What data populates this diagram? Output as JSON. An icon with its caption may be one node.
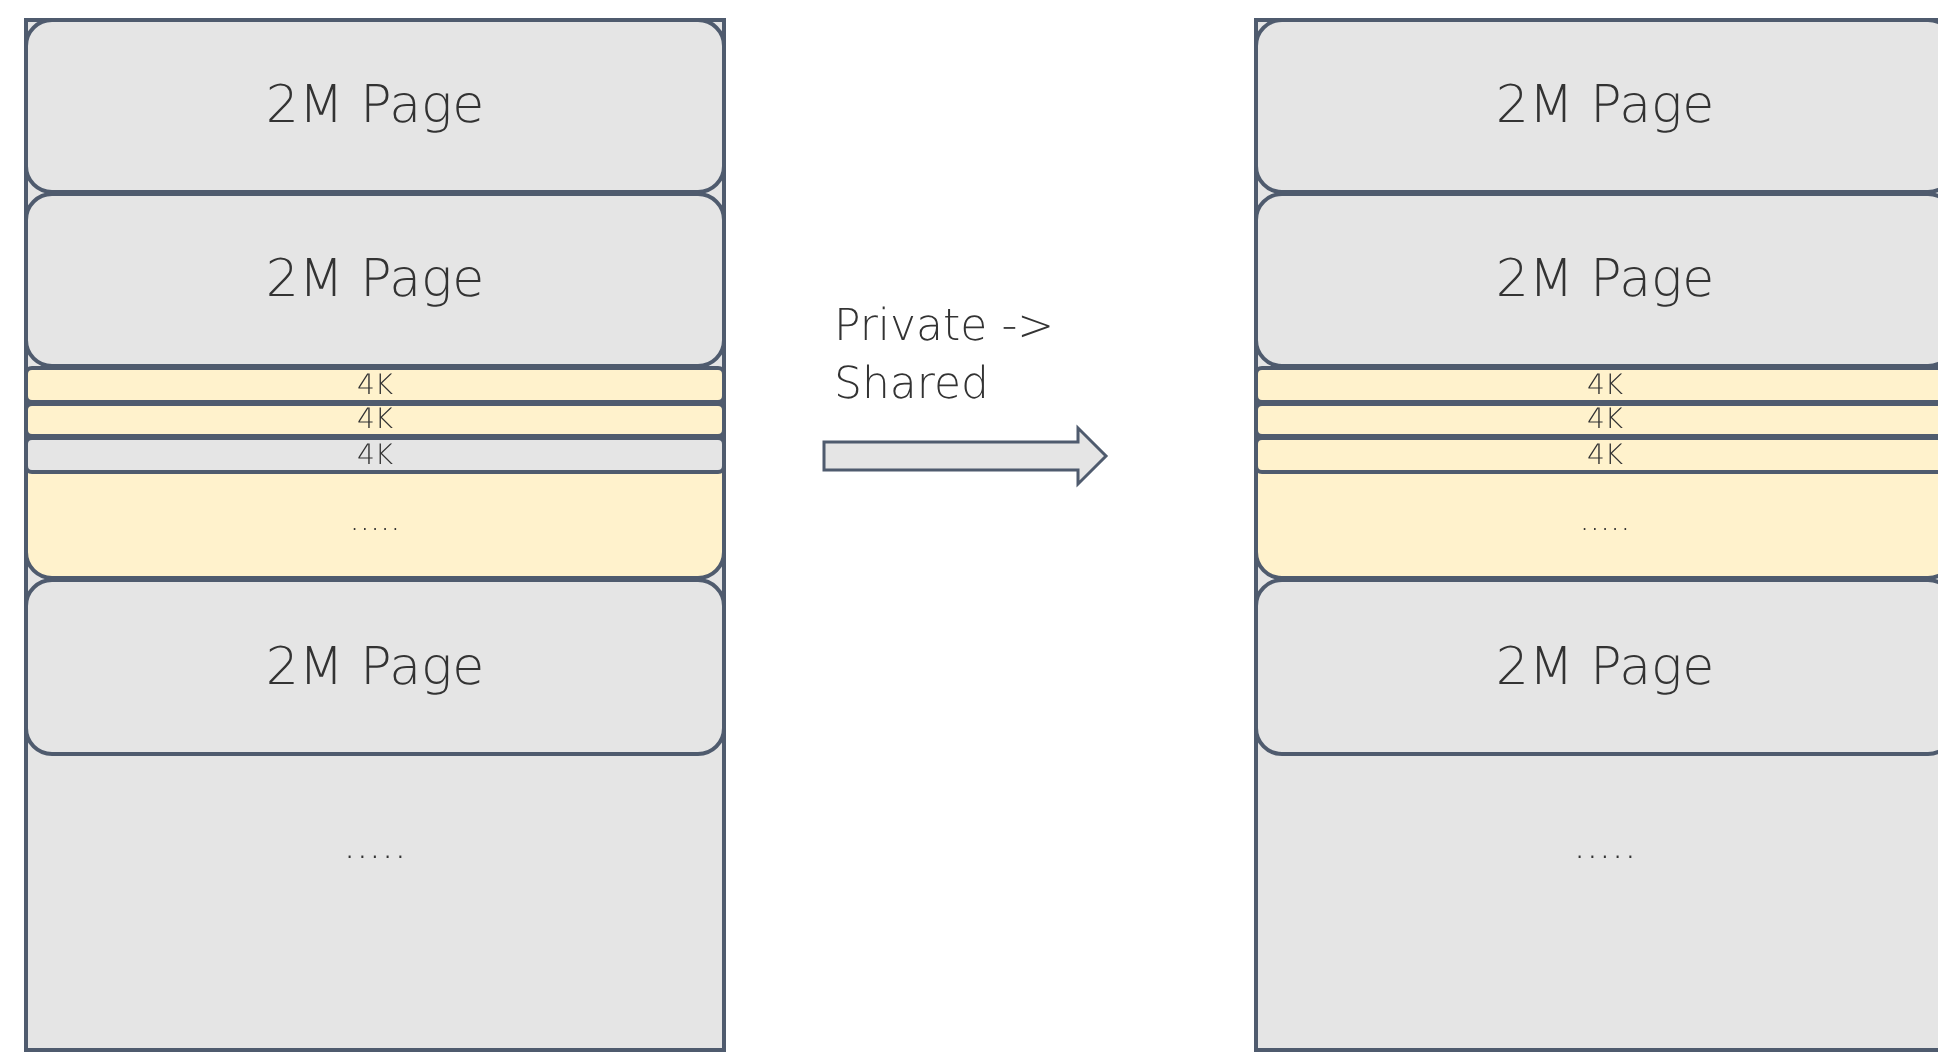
{
  "diagram": {
    "nodes": [
      {
        "text": [
          "....."
        ]
      },
      {
        "text": [
          "2M Page"
        ],
        "in": 0
      },
      {
        "text": [
          "2M Page"
        ],
        "in": 0
      },
      {
        "text": [
          "....."
        ],
        "in": 0
      },
      {
        "text": [
          "4K"
        ],
        "in": 3
      },
      {
        "text": [
          "4K"
        ],
        "in": 3
      },
      {
        "text": [
          "4K"
        ],
        "in": 3
      },
      {
        "text": [
          "2M Page"
        ],
        "in": 0
      },
      {
        "text": [
          "....."
        ]
      },
      {
        "text": [
          "2M Page"
        ],
        "in": 8
      },
      {
        "text": [
          "2M Page"
        ],
        "in": 8
      },
      {
        "text": [
          "....."
        ],
        "in": 8
      },
      {
        "text": [
          "4K"
        ],
        "in": 11
      },
      {
        "text": [
          "4K"
        ],
        "in": 11
      },
      {
        "text": [
          "4K"
        ],
        "in": 11
      },
      {
        "text": [
          "2M Page"
        ],
        "in": 8
      }
    ],
    "edges": [
      {
        "from": 0,
        "to": 8,
        "arrow": "to",
        "label": "Private -> Shared"
      }
    ]
  }
}
